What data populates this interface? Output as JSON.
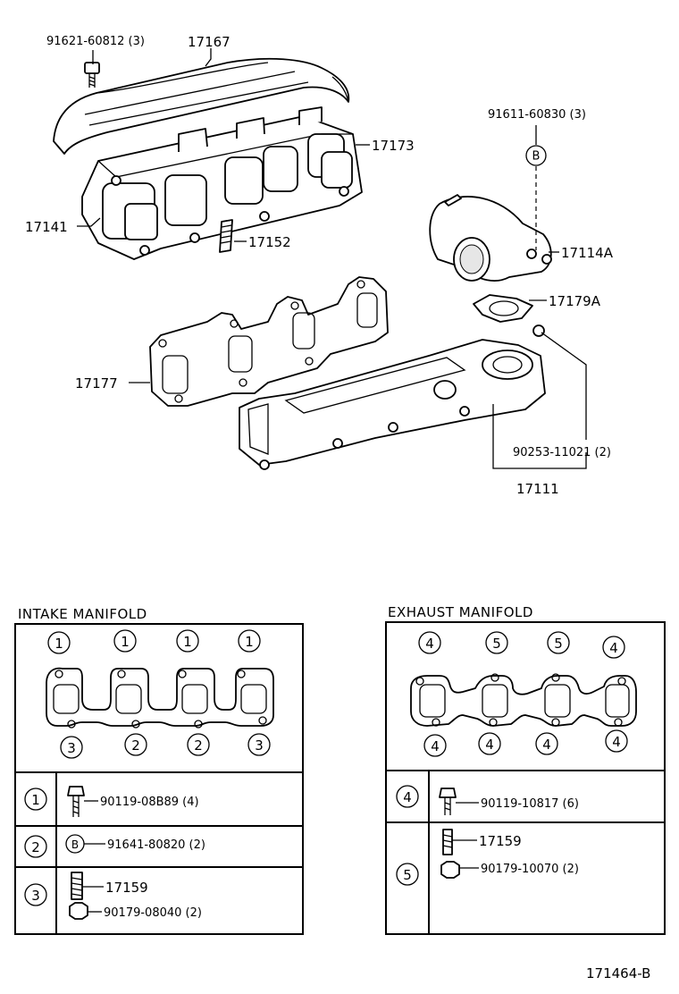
{
  "top_labels": {
    "bolt_top_left": "91621-60812 (3)",
    "heat_insulator": "17167",
    "exhaust_gasket_stud_bracket": "17173",
    "intake_manifold": "17141",
    "stud": "17152",
    "bolt_right": "91611-60830 (3)",
    "callout_b": "B",
    "turbo_elbow": "17114A",
    "elbow_gasket": "17179A",
    "manifold_gasket": "17177",
    "nut": "90253-11021 (2)",
    "exhaust_manifold": "17111"
  },
  "intake": {
    "title": "INTAKE  MANIFOLD",
    "top_markers": [
      "1",
      "1",
      "1",
      "1"
    ],
    "bottom_markers": [
      "3",
      "2",
      "2",
      "3"
    ],
    "rows": [
      {
        "marker": "1",
        "items": [
          {
            "part": "90119-08B89 (4)"
          }
        ]
      },
      {
        "marker": "2",
        "items": [
          {
            "part": "91641-80820 (2)",
            "prefix": "B"
          }
        ]
      },
      {
        "marker": "3",
        "items": [
          {
            "part": "17159"
          },
          {
            "part": "90179-08040 (2)"
          }
        ]
      }
    ]
  },
  "exhaust": {
    "title": "EXHAUST  MANIFOLD",
    "top_markers": [
      "4",
      "5",
      "5",
      "4"
    ],
    "bottom_markers": [
      "4",
      "4",
      "4",
      "4"
    ],
    "rows": [
      {
        "marker": "4",
        "items": [
          {
            "part": "90119-10817 (6)"
          }
        ]
      },
      {
        "marker": "5",
        "items": [
          {
            "part": "17159"
          },
          {
            "part": "90179-10070 (2)"
          }
        ]
      }
    ]
  },
  "footer_code": "171464-B"
}
